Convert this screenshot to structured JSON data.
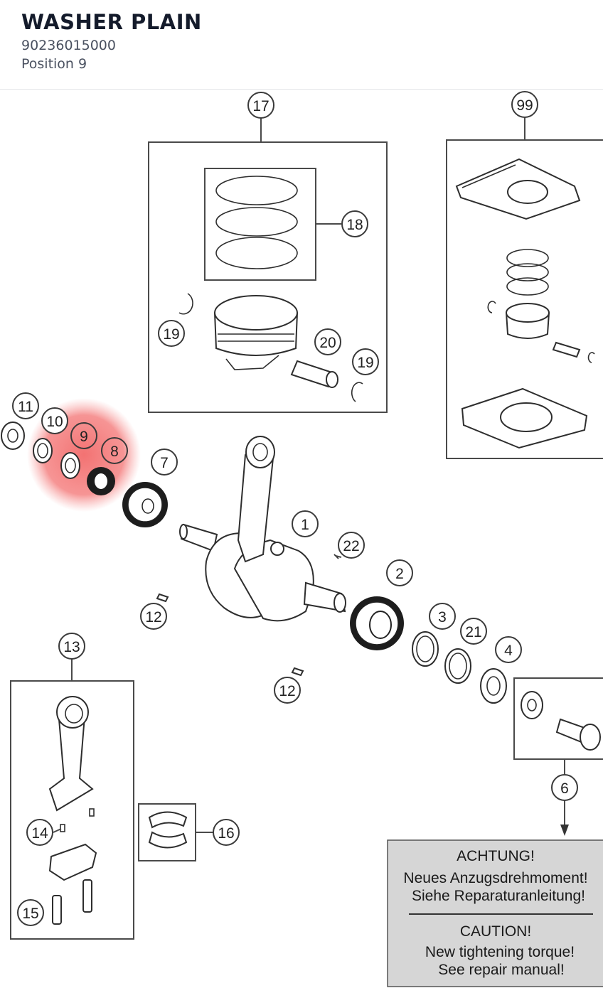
{
  "header": {
    "title": "WASHER PLAIN",
    "part_number": "90236015000",
    "position": "Position 9"
  },
  "diagram": {
    "highlight_color": "#f26b6b",
    "callouts": [
      "17",
      "18",
      "19",
      "19",
      "20",
      "99",
      "11",
      "10",
      "9",
      "8",
      "7",
      "1",
      "22",
      "2",
      "3",
      "21",
      "4",
      "12",
      "12",
      "13",
      "14",
      "15",
      "16",
      "6"
    ],
    "warning": {
      "de_heading": "ACHTUNG!",
      "de_line1": "Neues Anzugsdrehmoment!",
      "de_line2": "Siehe Reparaturanleitung!",
      "en_heading": "CAUTION!",
      "en_line1": "New tightening torque!",
      "en_line2": "See repair manual!"
    }
  }
}
